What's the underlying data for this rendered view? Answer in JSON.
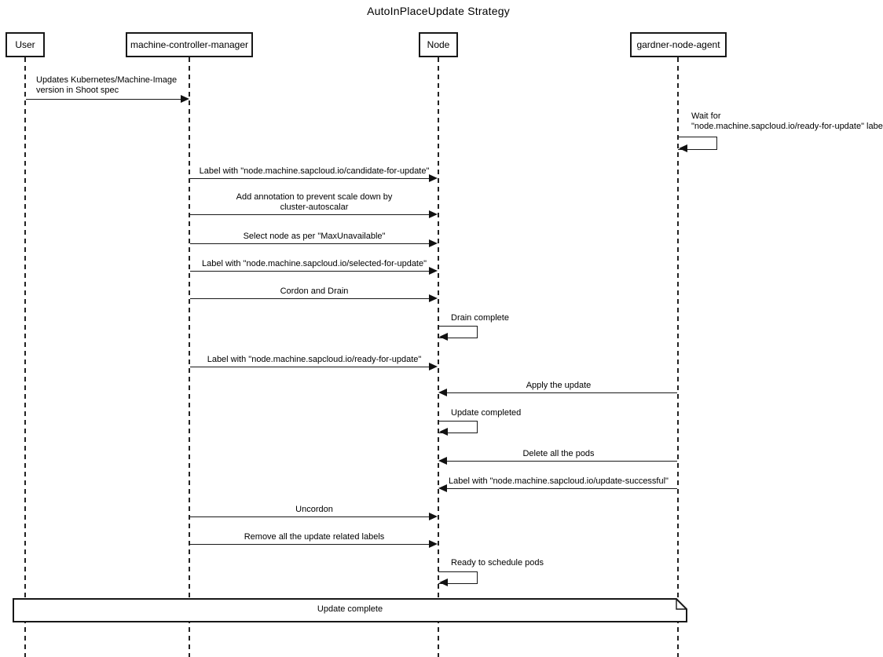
{
  "title": "AutoInPlaceUpdate Strategy",
  "participants": [
    {
      "label": "User"
    },
    {
      "label": "machine-controller-manager"
    },
    {
      "label": "Node"
    },
    {
      "label": "gardner-node-agent"
    }
  ],
  "messages": [
    {
      "from": "User",
      "to": "machine-controller-manager",
      "lines": [
        "Updates Kubernetes/Machine-Image",
        "version in Shoot spec"
      ]
    },
    {
      "type": "self",
      "on": "gardner-node-agent",
      "lines": [
        "Wait for",
        "\"node.machine.sapcloud.io/ready-for-update\" label"
      ]
    },
    {
      "from": "machine-controller-manager",
      "to": "Node",
      "lines": [
        "Label with \"node.machine.sapcloud.io/candidate-for-update\""
      ]
    },
    {
      "from": "machine-controller-manager",
      "to": "Node",
      "lines": [
        "Add annotation to prevent scale down by",
        "cluster-autoscalar"
      ]
    },
    {
      "from": "machine-controller-manager",
      "to": "Node",
      "lines": [
        "Select node as per \"MaxUnavailable\""
      ]
    },
    {
      "from": "machine-controller-manager",
      "to": "Node",
      "lines": [
        "Label with \"node.machine.sapcloud.io/selected-for-update\""
      ]
    },
    {
      "from": "machine-controller-manager",
      "to": "Node",
      "lines": [
        "Cordon and Drain"
      ]
    },
    {
      "type": "self",
      "on": "Node",
      "lines": [
        "Drain complete"
      ]
    },
    {
      "from": "machine-controller-manager",
      "to": "Node",
      "lines": [
        "Label with \"node.machine.sapcloud.io/ready-for-update\""
      ]
    },
    {
      "from": "gardner-node-agent",
      "to": "Node",
      "lines": [
        "Apply the update"
      ]
    },
    {
      "type": "self",
      "on": "Node",
      "lines": [
        "Update completed"
      ]
    },
    {
      "from": "gardner-node-agent",
      "to": "Node",
      "lines": [
        "Delete all the pods"
      ]
    },
    {
      "from": "gardner-node-agent",
      "to": "Node",
      "lines": [
        "Label with \"node.machine.sapcloud.io/update-successful\""
      ]
    },
    {
      "from": "machine-controller-manager",
      "to": "Node",
      "lines": [
        "Uncordon"
      ]
    },
    {
      "from": "machine-controller-manager",
      "to": "Node",
      "lines": [
        "Remove all the update related labels"
      ]
    },
    {
      "type": "self",
      "on": "Node",
      "lines": [
        "Ready to schedule pods"
      ]
    }
  ],
  "note": {
    "label": "Update complete"
  },
  "colors": {
    "line": "#181818",
    "background": "#ffffff"
  }
}
